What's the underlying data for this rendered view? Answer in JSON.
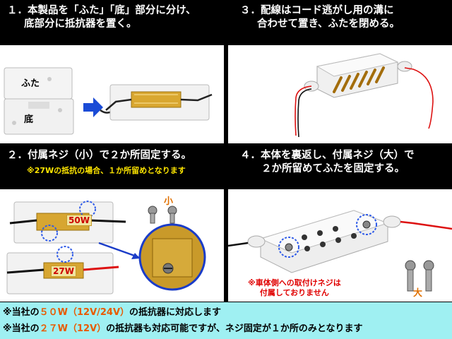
{
  "steps": {
    "step1": {
      "lines": [
        "１．本製品を「ふた」「底」部分に分け、",
        "底部分に抵抗器を置く。"
      ],
      "label_lid": "ふた",
      "label_base": "底"
    },
    "step2": {
      "lines": [
        "２．付属ネジ（小）で２か所固定する。"
      ],
      "note": "※27Wの抵抗の場合、１か所留めとなります",
      "screw_size": "小",
      "watt_a": "50W",
      "watt_b": "27W"
    },
    "step3": {
      "lines": [
        "３．配線はコード逃がし用の溝に",
        "合わせて置き、ふたを閉める。"
      ]
    },
    "step4": {
      "lines": [
        "４．本体を裏返し、付属ネジ（大）で",
        "２か所留めてふたを固定する。"
      ],
      "note_lines": [
        "※車体側への取付けネジは",
        "付属しておりません"
      ],
      "screw_size": "大"
    }
  },
  "footer": {
    "line1": {
      "pre": "※当社の",
      "hl": "５０W（12V/24V）",
      "post": "の抵抗器に対応します"
    },
    "line2": {
      "pre": "※当社の",
      "hl": "２７W（12V）",
      "post": "の抵抗器も対応可能ですが、ネジ固定が１か所のみとなります"
    }
  },
  "colors": {
    "footer_bg": "#9ff0f2",
    "highlight": "#e85a00",
    "note_yellow": "#ffe600",
    "note_red": "#e00000",
    "size_blue": "#1a3cc8",
    "size_orange": "#e07000"
  }
}
